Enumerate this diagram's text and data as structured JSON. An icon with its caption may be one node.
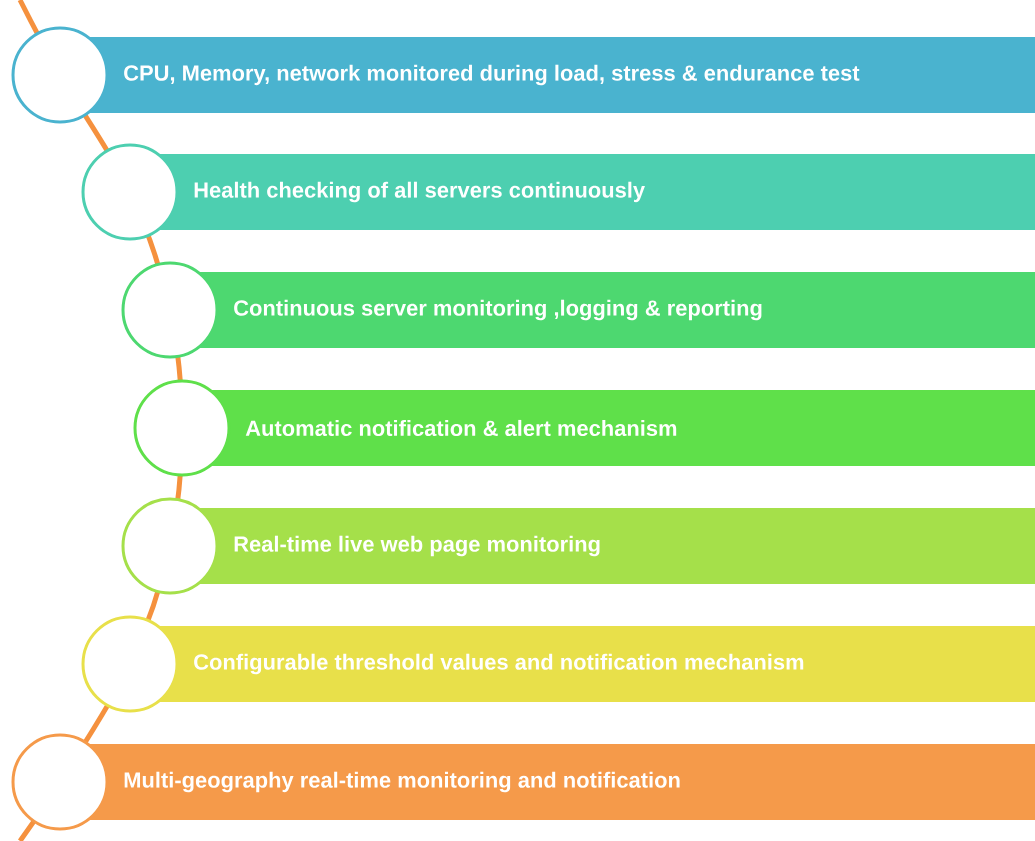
{
  "diagram": {
    "nodes": [
      {
        "text": [
          "CPU, Memory, network monitored during load, stress & endurance test"
        ]
      },
      {
        "text": [
          "Health checking of all servers continuously"
        ]
      },
      {
        "text": [
          "Continuous server monitoring ,logging & reporting"
        ]
      },
      {
        "text": [
          "Automatic notification & alert mechanism"
        ]
      },
      {
        "text": [
          "Real-time live web page monitoring"
        ]
      },
      {
        "text": [
          "Configurable threshold values and notification mechanism"
        ]
      },
      {
        "text": [
          "Multi-geography real-time monitoring and notification"
        ]
      }
    ]
  }
}
